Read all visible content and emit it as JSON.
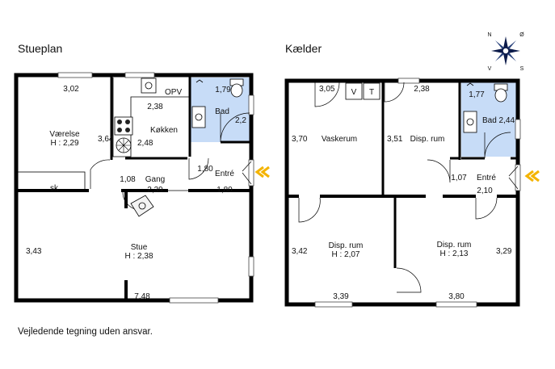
{
  "title_left": "Stueplan",
  "title_right": "Kælder",
  "disclaimer": "Vejledende tegning uden ansvar.",
  "compass": {
    "n": "N",
    "s": "S",
    "e": "Ø",
    "w": "V"
  },
  "accent_color": "#c7dcf7",
  "arrow_color": "#f4b400",
  "ground": {
    "vaerelse_dim": "3,02",
    "vaerelse_label": "Værelse\nH : 2,29",
    "vaerelse_depth": "3,64",
    "sk": "sk",
    "opv": "OPV",
    "kokken_dim": "2,38",
    "kokken_label": "Køkken",
    "kokken_depth": "2,48",
    "bad_dim": "1,79",
    "bad_label": "Bad",
    "bad_depth": "2,2",
    "gang_width": "1,08",
    "gang_label": "Gang",
    "gang_depth": "2,39",
    "entre_dim": "1,80",
    "entre_label": "Entré",
    "entre_depth": "1,80",
    "stue_depth": "3,43",
    "stue_label": "Stue\nH : 2,38",
    "stue_width": "7,48"
  },
  "basement": {
    "vaskerum_dim": "3,05",
    "v_label": "V",
    "t_label": "T",
    "vaskerum_depth": "3,70",
    "vaskerum_label": "Vaskerum",
    "disp1_dim": "2,38",
    "disp1_depth": "3,51",
    "disp1_label": "Disp. rum",
    "bad_dim": "1,77",
    "bad_label": "Bad 2,44",
    "entre_dim": "1,07",
    "entre_label": "Entré",
    "entre_depth": "2,10",
    "disp2_depth": "3,42",
    "disp2_label": "Disp. rum\nH : 2,07",
    "disp2_width": "3,39",
    "disp3_label": "Disp. rum\nH : 2,13",
    "disp3_depth": "3,29",
    "disp3_width": "3,80"
  }
}
